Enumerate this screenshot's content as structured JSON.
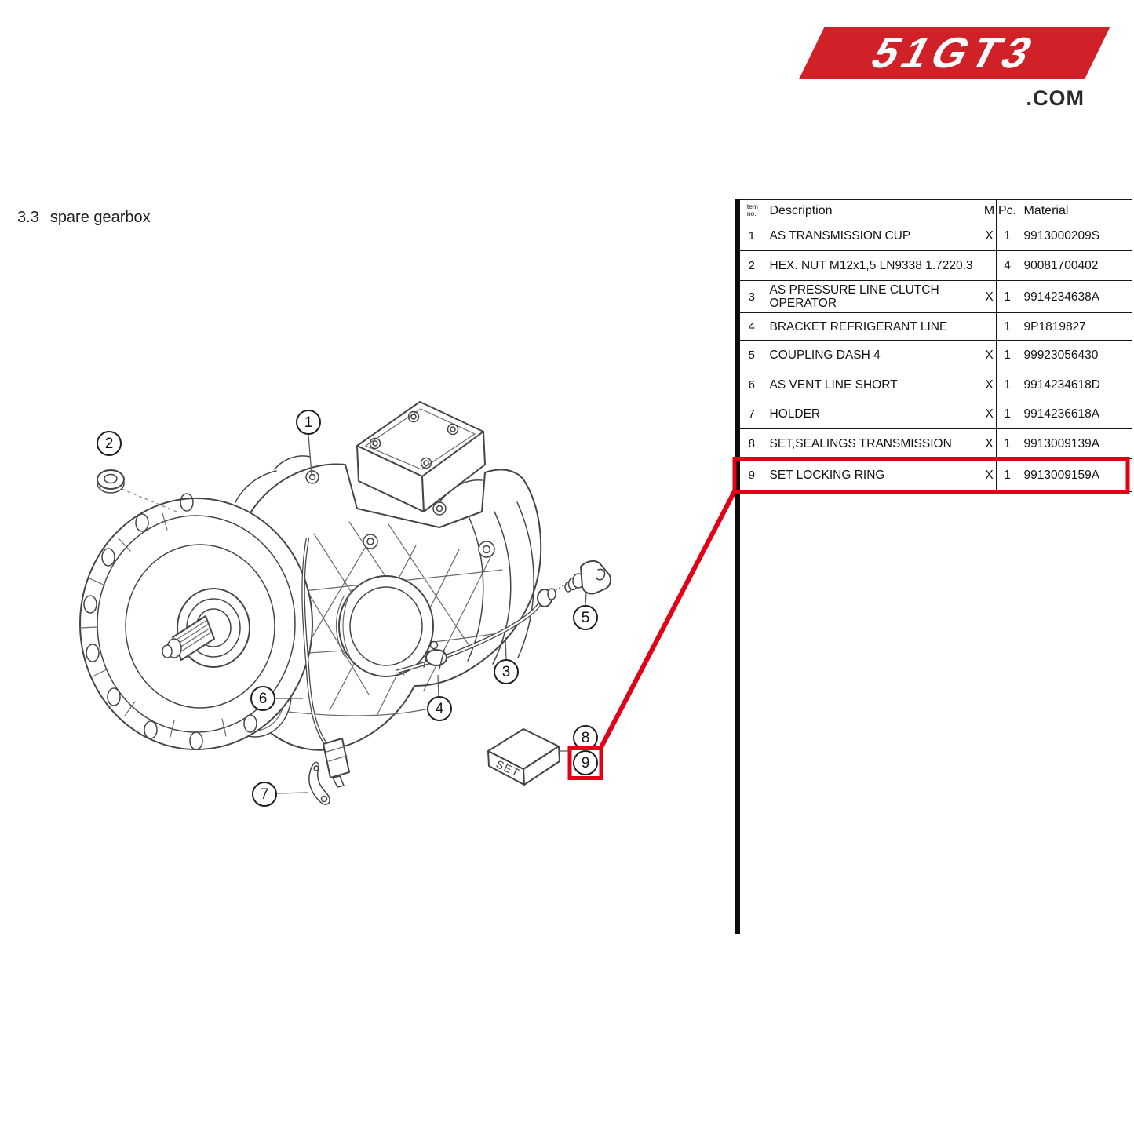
{
  "brand": {
    "logo_text": "51GT3",
    "domain_text": ".COM"
  },
  "page": {
    "section_no": "3.3",
    "section_name": "spare gearbox"
  },
  "table": {
    "headers": {
      "item_no": "Item no.",
      "description": "Description",
      "m": "M",
      "pc": "Pc.",
      "material": "Material"
    },
    "rows": [
      {
        "no": "1",
        "description": "AS TRANSMISSION CUP",
        "m": "X",
        "pc": "1",
        "material": "9913000209S"
      },
      {
        "no": "2",
        "description": "HEX. NUT M12x1,5 LN9338 1.7220.3",
        "m": "",
        "pc": "4",
        "material": "90081700402"
      },
      {
        "no": "3",
        "description": "AS PRESSURE LINE CLUTCH OPERATOR",
        "m": "X",
        "pc": "1",
        "material": "9914234638A"
      },
      {
        "no": "4",
        "description": "BRACKET REFRIGERANT LINE",
        "m": "",
        "pc": "1",
        "material": "9P1819827"
      },
      {
        "no": "5",
        "description": "COUPLING DASH 4",
        "m": "X",
        "pc": "1",
        "material": "99923056430"
      },
      {
        "no": "6",
        "description": "AS VENT LINE SHORT",
        "m": "X",
        "pc": "1",
        "material": "9914234618D"
      },
      {
        "no": "7",
        "description": "HOLDER",
        "m": "X",
        "pc": "1",
        "material": "9914236618A"
      },
      {
        "no": "8",
        "description": "SET,SEALINGS TRANSMISSION",
        "m": "X",
        "pc": "1",
        "material": "9913009139A"
      },
      {
        "no": "9",
        "description": "SET LOCKING RING",
        "m": "X",
        "pc": "1",
        "material": "9913009159A"
      }
    ],
    "highlighted_row_no": "9"
  },
  "diagram": {
    "set_label": "SET",
    "callouts": [
      "1",
      "2",
      "3",
      "4",
      "5",
      "6",
      "7",
      "8",
      "9"
    ]
  },
  "colors": {
    "logo_red": "#cf2127",
    "highlight_red": "#e30016",
    "com_text": "#2b2b2b"
  }
}
